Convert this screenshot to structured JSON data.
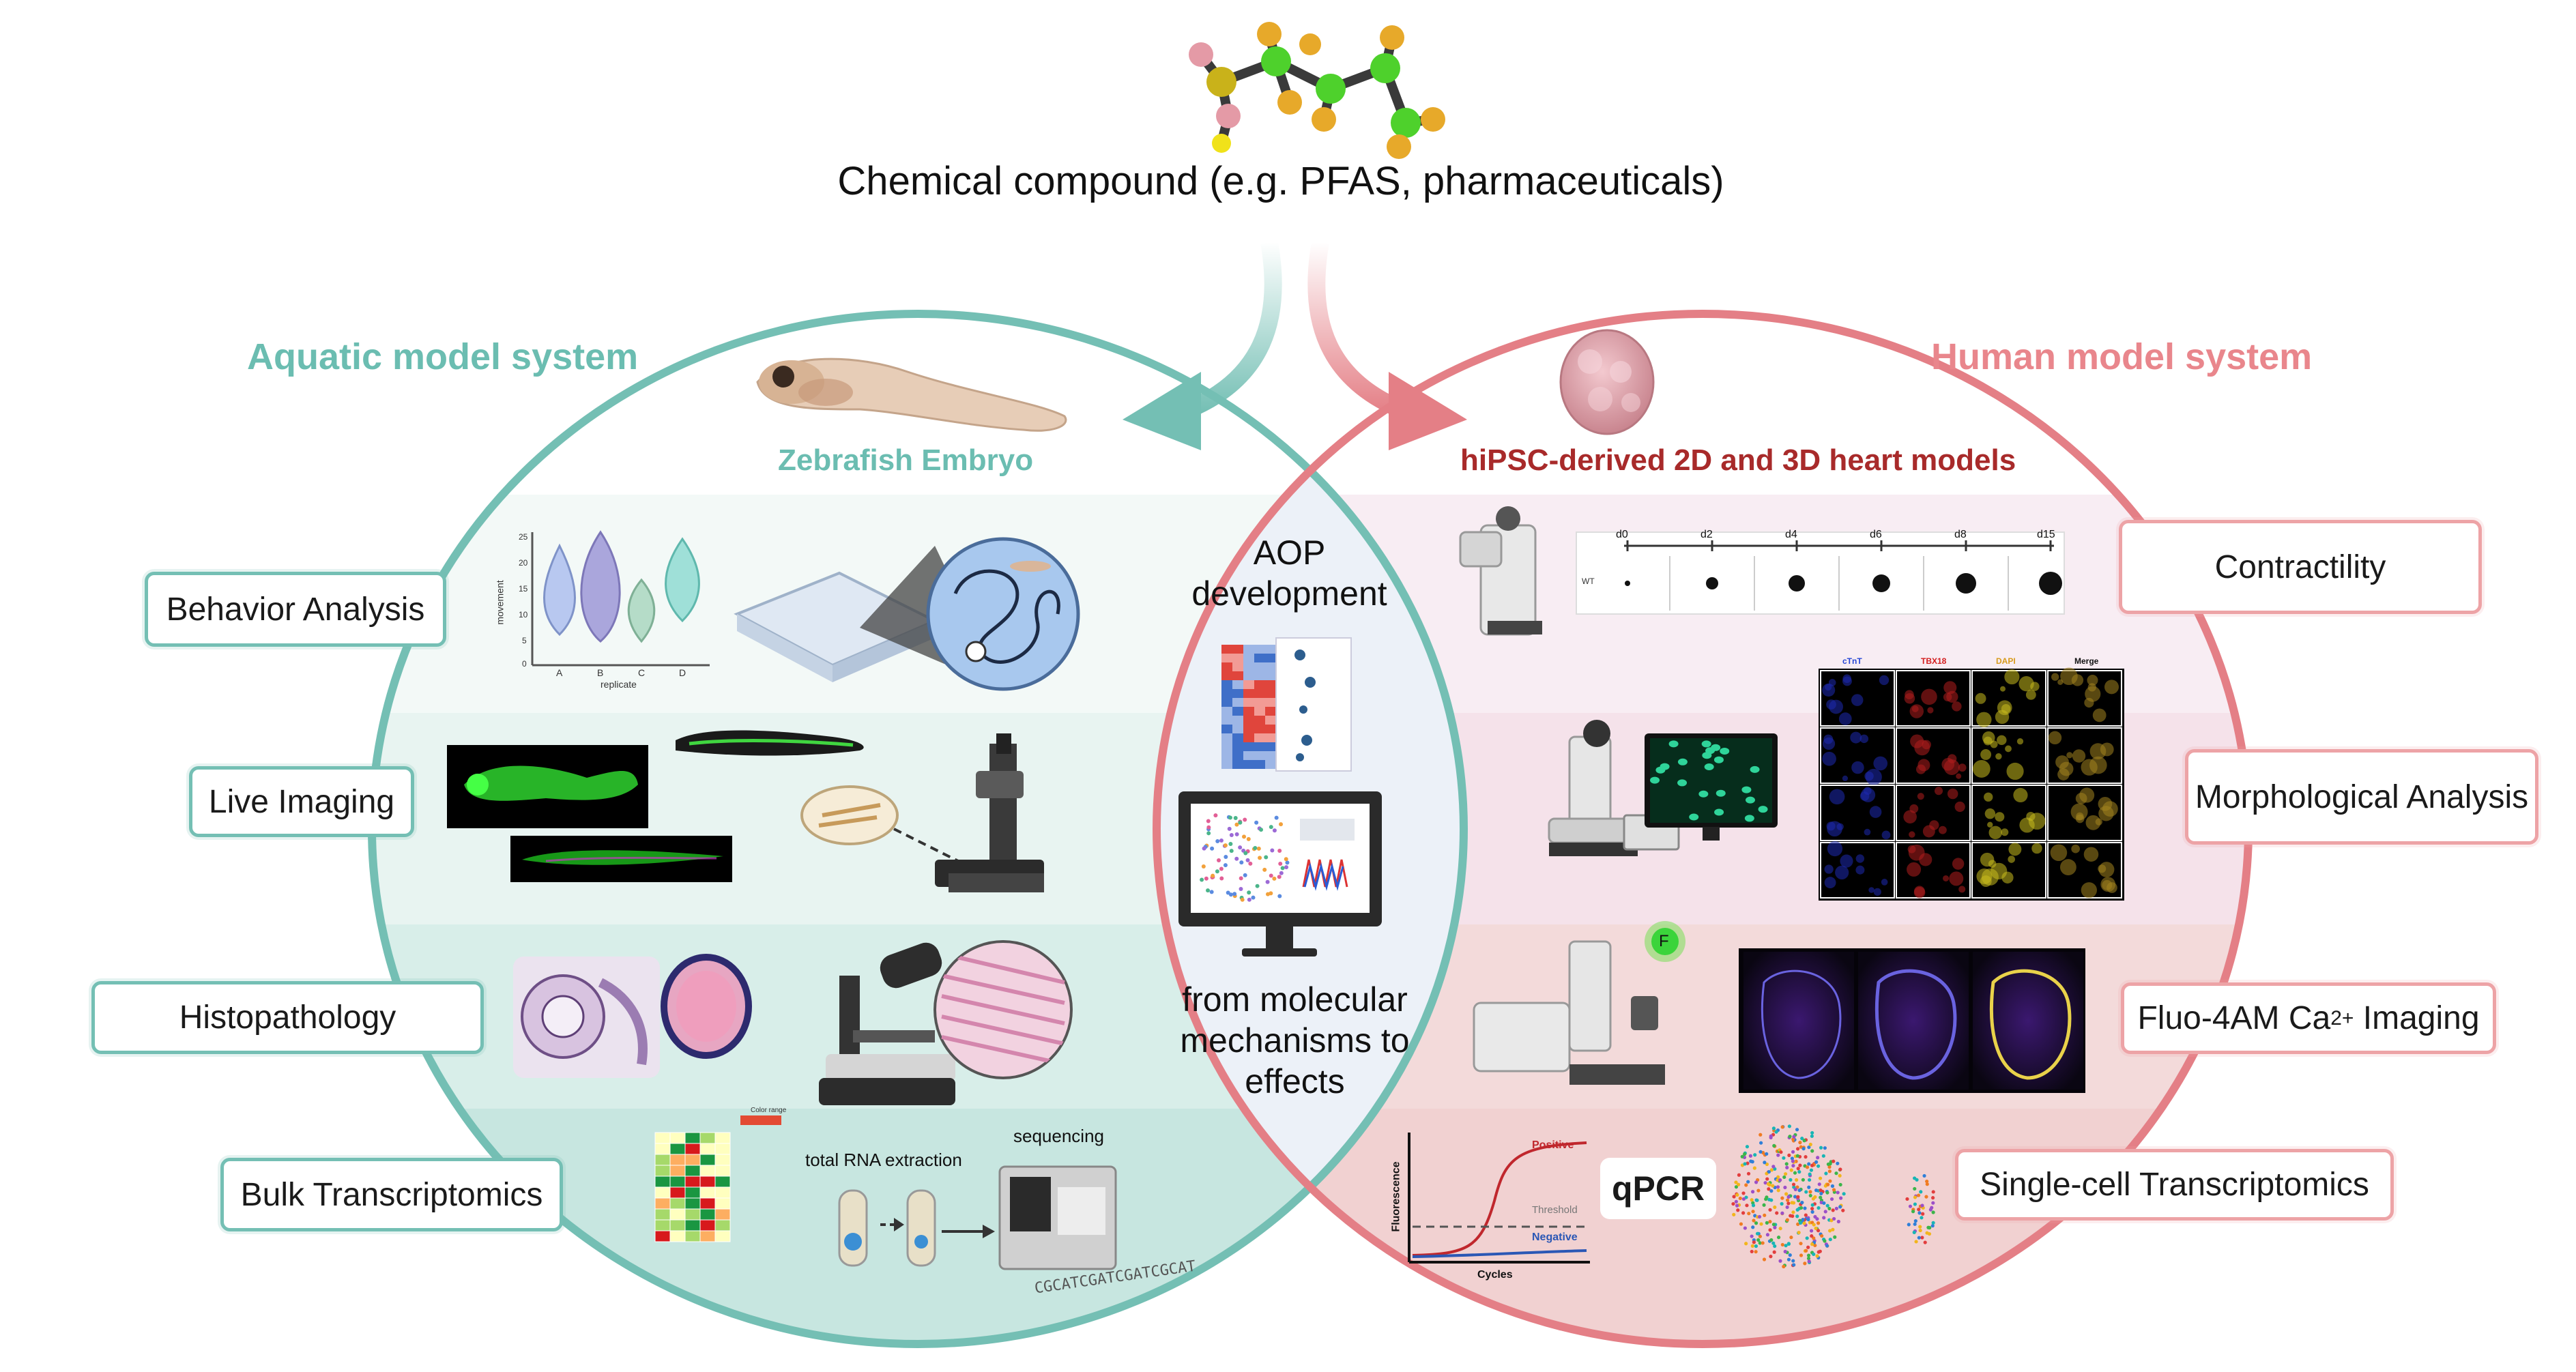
{
  "title": "Chemical compound (e.g. PFAS, pharmaceuticals)",
  "aquatic": {
    "heading": "Aquatic model system",
    "subheading": "Zebrafish Embryo",
    "labels": [
      "Behavior Analysis",
      "Live Imaging",
      "Histopathology",
      "Bulk Transcriptomics"
    ],
    "violin": {
      "ylabel": "movement",
      "xlabel": "replicate",
      "ticks": [
        "A",
        "B",
        "C",
        "D"
      ],
      "yticks": [
        "25",
        "20",
        "15",
        "10",
        "5",
        "0"
      ]
    },
    "rna_extraction": "total RNA extraction",
    "sequencing": "sequencing",
    "dna_text": "CGCATCGATCGATCGCAT",
    "heatmap_key": "Color range"
  },
  "human": {
    "heading": "Human model system",
    "subheading": "hiPSC-derived 2D and 3D heart models",
    "labels": [
      "Contractility",
      "Morphological Analysis",
      "Single-cell Transcriptomics"
    ],
    "calcium_label": {
      "prefix": "Fluo-4AM Ca",
      "sup": "2+",
      "suffix": " Imaging"
    },
    "days": [
      "d0",
      "d2",
      "d4",
      "d6",
      "d8",
      "d15"
    ],
    "row_label": "WT",
    "stains": [
      "cTnT",
      "TBX18",
      "DAPI",
      "Merge"
    ],
    "qpcr": "qPCR",
    "curve": {
      "positive": "Positive",
      "threshold": "Threshold",
      "negative": "Negative",
      "xlabel": "Cycles",
      "ylabel": "Fluorescence"
    },
    "f_badge": "F"
  },
  "center": {
    "top": "AOP development",
    "bottom": "from molecular mechanisms to effects"
  },
  "colors": {
    "teal": "#74bfb4",
    "teal_text": "#6bbdb1",
    "pink": "#e47f86",
    "pink_text": "#e9868c",
    "dark_red": "#a82a2a"
  }
}
